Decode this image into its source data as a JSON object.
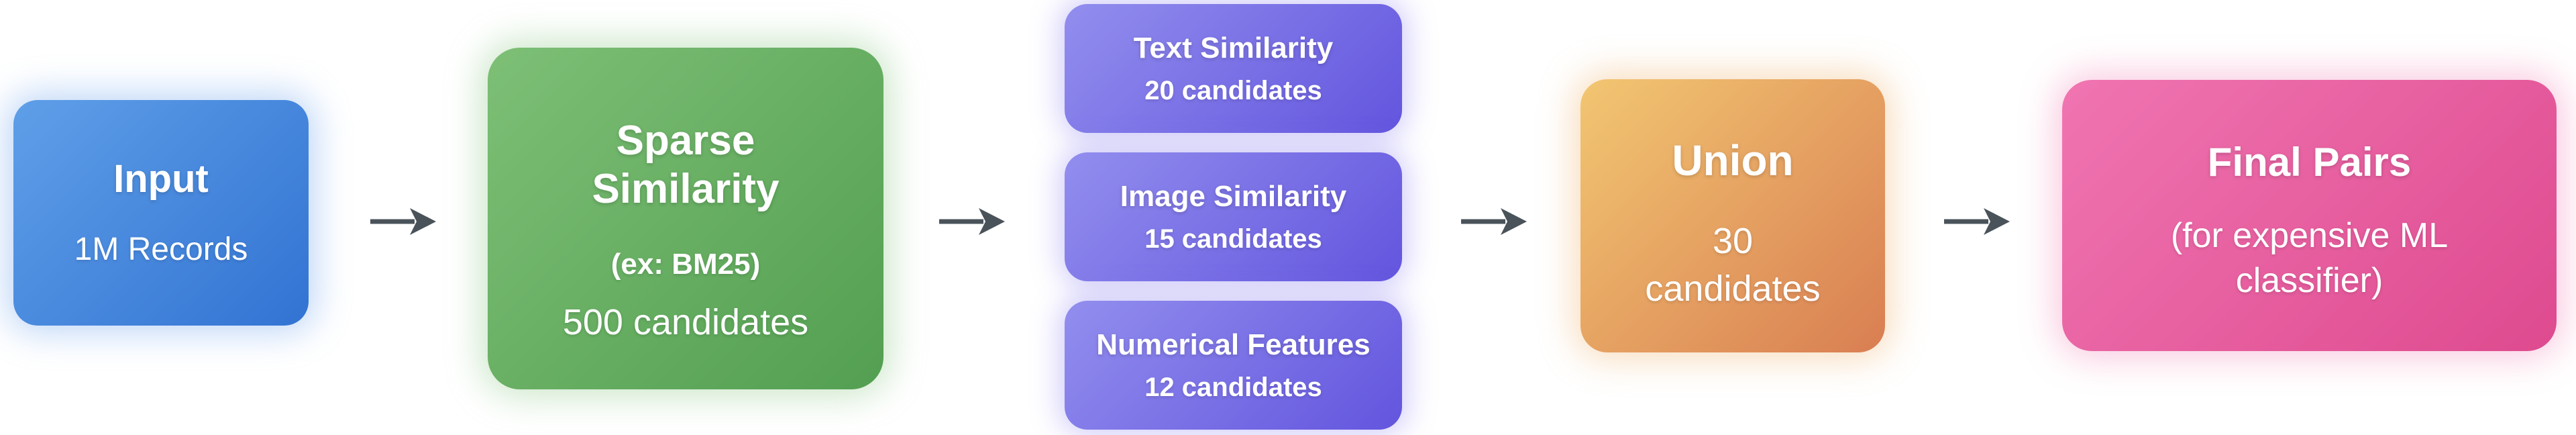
{
  "diagram": {
    "type": "flowchart",
    "background": "#ffffff",
    "arrow": {
      "glyph": "→",
      "color": "#4a535a"
    },
    "nodes": {
      "input": {
        "title": "Input",
        "subtitle": "1M Records",
        "color_from": "#5f9fe8",
        "color_to": "#3273d3"
      },
      "sparse": {
        "title": "Sparse Similarity",
        "note": "(ex: BM25)",
        "subtitle": "500 candidates",
        "color_from": "#7dbf76",
        "color_to": "#539f51"
      },
      "text_similarity": {
        "title": "Text Similarity",
        "subtitle": "20 candidates",
        "color_from": "#928eee",
        "color_to": "#6355de"
      },
      "image_similarity": {
        "title": "Image Similarity",
        "subtitle": "15 candidates",
        "color_from": "#928eee",
        "color_to": "#6355de"
      },
      "numerical_features": {
        "title": "Numerical Features",
        "subtitle": "12 candidates",
        "color_from": "#928eee",
        "color_to": "#6355de"
      },
      "union": {
        "title": "Union",
        "subtitle": "30 candidates",
        "color_from": "#f2c672",
        "color_to": "#d97e52"
      },
      "final_pairs": {
        "title": "Final Pairs",
        "subtitle": "(for expensive ML classifier)",
        "color_from": "#f075b1",
        "color_to": "#de4a8f"
      }
    }
  }
}
